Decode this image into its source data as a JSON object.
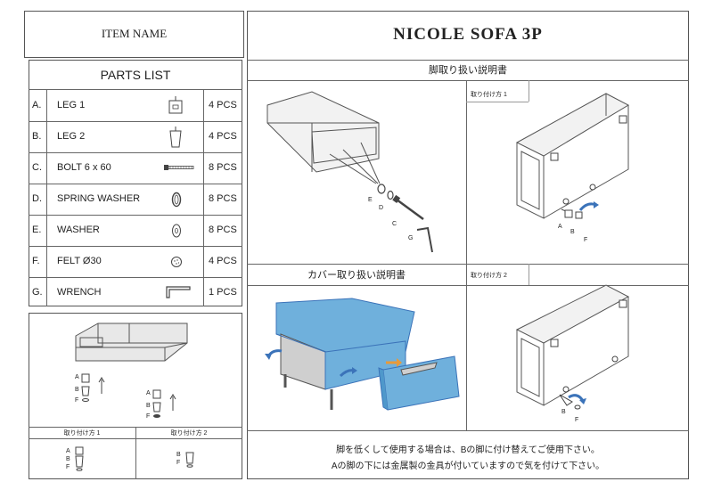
{
  "header": {
    "item_name_label": "ITEM NAME",
    "product_title": "NICOLE  SOFA  3P"
  },
  "parts_list": {
    "title": "PARTS  LIST",
    "items": [
      {
        "letter": "A.",
        "name": "LEG  1",
        "qty": "4 PCS",
        "icon": "leg-1-icon"
      },
      {
        "letter": "B.",
        "name": "LEG  2",
        "qty": "4 PCS",
        "icon": "leg-2-icon"
      },
      {
        "letter": "C.",
        "name": "BOLT  6 x 60",
        "qty": "8 PCS",
        "icon": "bolt-icon"
      },
      {
        "letter": "D.",
        "name": "SPRING WASHER",
        "qty": "8 PCS",
        "icon": "spring-washer-icon"
      },
      {
        "letter": "E.",
        "name": "WASHER",
        "qty": "8 PCS",
        "icon": "washer-icon"
      },
      {
        "letter": "F.",
        "name": "FELT  Ø30",
        "qty": "4 PCS",
        "icon": "felt-icon"
      },
      {
        "letter": "G.",
        "name": "WRENCH",
        "qty": "1 PCS",
        "icon": "wrench-icon"
      }
    ]
  },
  "left_bottom": {
    "label_a": "A",
    "label_b": "B",
    "label_f": "F",
    "caption_1": "取り付け方  1",
    "caption_2": "取り付け方  2"
  },
  "right": {
    "leg_section_title": "脚取り扱い説明書",
    "cover_section_title": "カバー取り扱い説明書",
    "step1_label": "取り付け方  1",
    "step2_label": "取り付け方  2",
    "labels": {
      "E": "E",
      "D": "D",
      "C": "C",
      "G": "G",
      "A": "A",
      "B": "B",
      "F": "F"
    },
    "note_line1": "脚を低くして使用する場合は、Bの脚に付け替えてご使用下さい。",
    "note_line2": "Aの脚の下には金属製の金具が付いていますので気を付けて下さい。"
  },
  "colors": {
    "cover_blue": "#6fb0dc",
    "arrow_blue": "#3b73b9",
    "arrow_orange": "#e89a3a",
    "line": "#555555"
  }
}
